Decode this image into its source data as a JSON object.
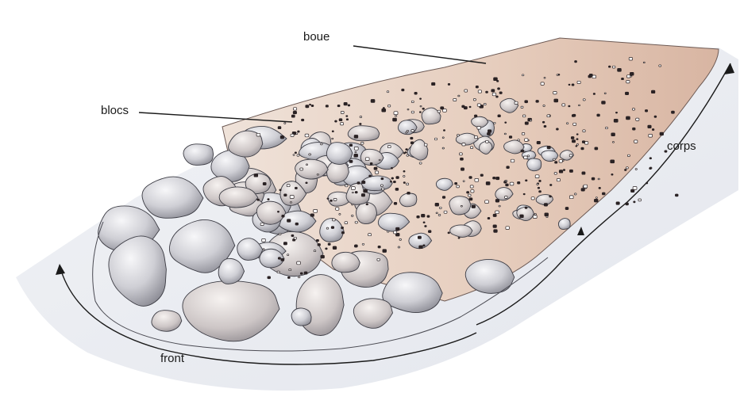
{
  "diagram": {
    "labels": {
      "mud": "boue",
      "blocks": "blocs",
      "body": "corps",
      "front": "front"
    },
    "colors": {
      "mud_light": "#f2e4da",
      "mud_dark": "#d9b7a3",
      "boulder_light": "#f4f4f6",
      "boulder_mid": "#c9c9cf",
      "boulder_dark": "#8f8f98",
      "ground": "#e6e8ee",
      "ink": "#1a1a1a"
    }
  }
}
